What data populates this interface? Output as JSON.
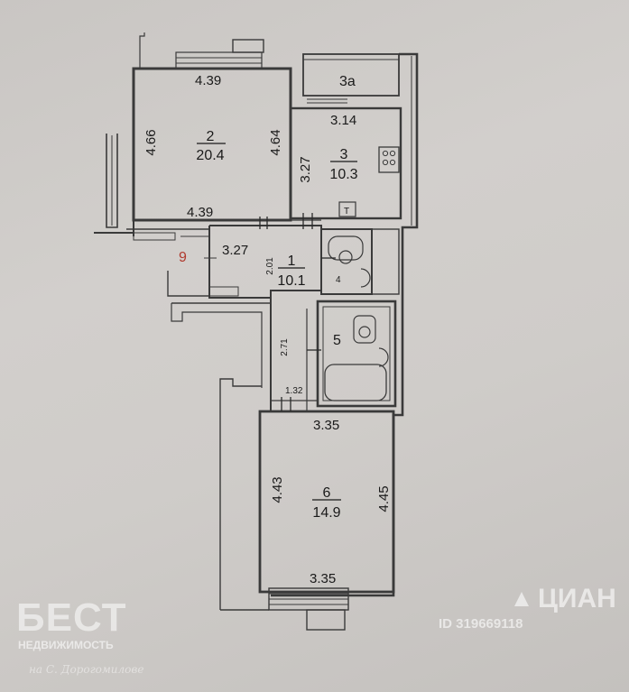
{
  "rooms": {
    "r2": {
      "number": "2",
      "area": "20.4"
    },
    "r3": {
      "number": "3",
      "area": "10.3"
    },
    "r3a": {
      "number": "3a"
    },
    "r1": {
      "number": "1",
      "area": "10.1"
    },
    "r4": {
      "number": "4"
    },
    "r5": {
      "number": "5"
    },
    "r6": {
      "number": "6",
      "area": "14.9"
    },
    "r9": {
      "number": "9"
    }
  },
  "dims": {
    "r2_top": "4.39",
    "r2_left": "4.66",
    "r2_right": "4.64",
    "r2_bottom": "4.39",
    "r3_top": "3.14",
    "r3_left": "3.27",
    "hall_top": "3.27",
    "hall_left": "2.01",
    "corr_left": "2.71",
    "corr_small": "1.32",
    "r6_top": "3.35",
    "r6_left": "4.43",
    "r6_right": "4.45",
    "r6_bottom": "3.35"
  },
  "symbols": {
    "ventilation": "T"
  },
  "watermark": {
    "brand": "БЕСТ",
    "brand_sub": "НЕДВИЖИМОСТЬ",
    "brand_script": "на С. Дорогомилове",
    "cian": "ЦИАН",
    "cian_id": "ID 319669118"
  },
  "colors": {
    "paper": "#cfccc9",
    "wall": "#3a3a3a",
    "line": "#2b2b2b",
    "room9_number": "#b03a2e"
  }
}
